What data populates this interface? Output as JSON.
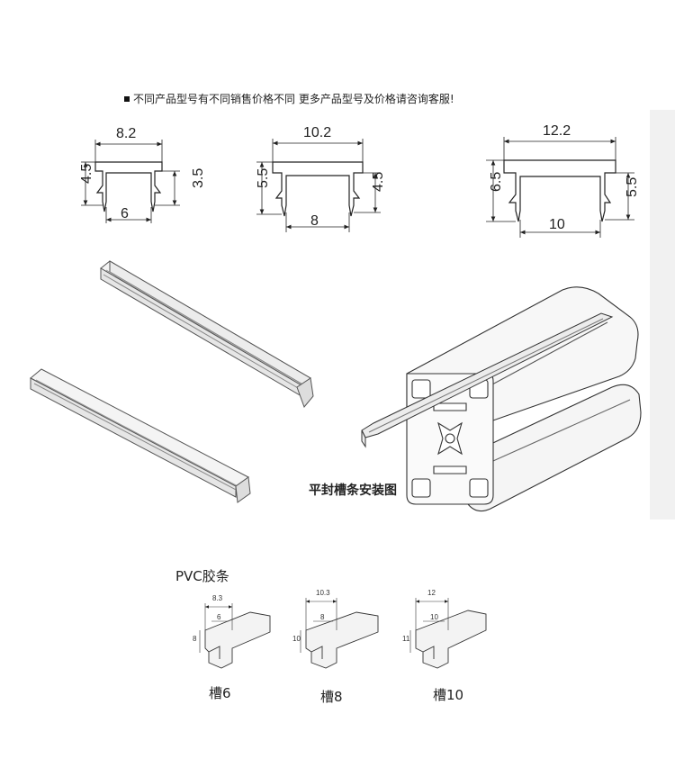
{
  "notice": "不同产品型号有不同销售价格不同  更多产品型号及价格请咨询客服!",
  "profiles": [
    {
      "width": "8.2",
      "slot": "6",
      "height": "4.5",
      "inner_height": "3.5"
    },
    {
      "width": "10.2",
      "slot": "8",
      "height": "5.5",
      "inner_height": "4.5"
    },
    {
      "width": "12.2",
      "slot": "10",
      "height": "6.5",
      "inner_height": "5.5"
    }
  ],
  "install_label": "平封槽条安装图",
  "pvc_title": "PVC胶条",
  "pvc_items": [
    {
      "top": "8.3",
      "mid": "6",
      "side": "8",
      "label": "槽6"
    },
    {
      "top": "10.3",
      "mid": "8",
      "side": "10",
      "label": "槽8"
    },
    {
      "top": "12",
      "mid": "10",
      "side": "11",
      "label": "槽10"
    }
  ]
}
